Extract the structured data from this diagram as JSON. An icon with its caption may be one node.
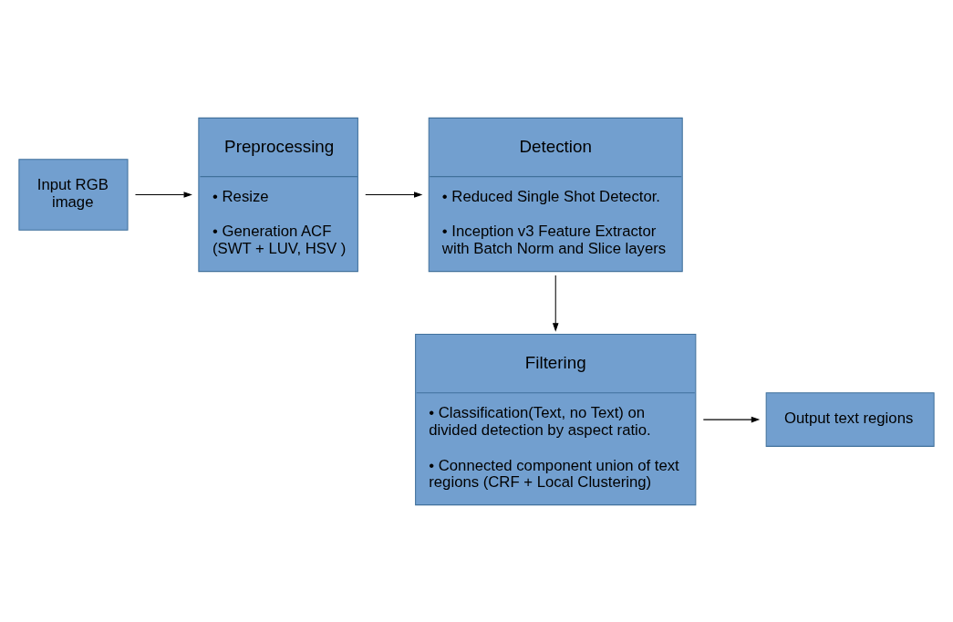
{
  "diagram": {
    "nodes": [
      {
        "text": [
          "Input RGB image"
        ]
      },
      {
        "text": [
          "Preprocessing",
          "• Resize",
          "• Generation ACF (SWT + LUV, HSV )"
        ]
      },
      {
        "text": [
          "Detection",
          "• Reduced Single Shot Detector.",
          "• Inception v3 Feature Extractor with Batch Norm and Slice layers"
        ]
      },
      {
        "text": [
          "Filtering",
          "• Classification(Text, no Text) on divided detection by aspect ratio.",
          "• Connected component union of text regions (CRF + Local Clustering)"
        ]
      },
      {
        "text": [
          "Output text regions"
        ]
      }
    ],
    "edges": [
      {
        "from": 0,
        "to": 1,
        "arrow": "to"
      },
      {
        "from": 1,
        "to": 2,
        "arrow": "to"
      },
      {
        "from": 2,
        "to": 3,
        "arrow": "to"
      },
      {
        "from": 3,
        "to": 4,
        "arrow": "to"
      }
    ]
  }
}
